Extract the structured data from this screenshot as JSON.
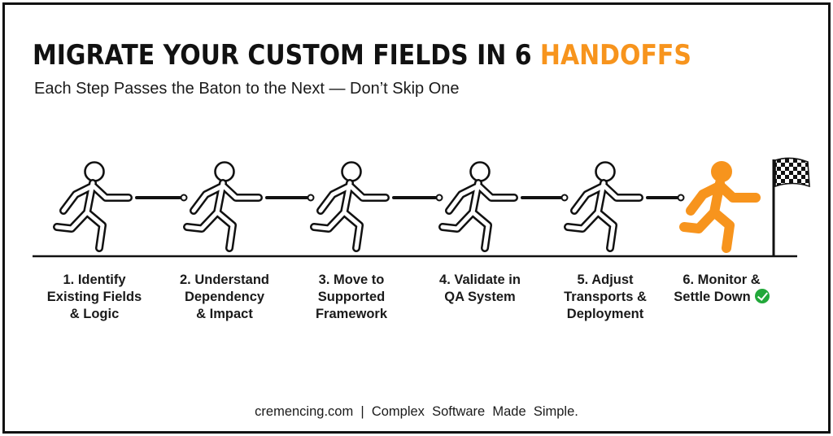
{
  "header": {
    "title_main": "MIGRATE YOUR CUSTOM FIELDS IN 6 ",
    "title_accent": "HANDOFFS",
    "subtitle": "Each Step Passes the Baton to the Next — Don’t Skip One"
  },
  "colors": {
    "accent": "#f7941d",
    "ink": "#111111",
    "check": "#22a83a"
  },
  "steps": [
    {
      "lines": [
        "1. Identify",
        "Existing Fields",
        "& Logic"
      ],
      "highlight": false
    },
    {
      "lines": [
        "2. Understand",
        "Dependency",
        "& Impact"
      ],
      "highlight": false
    },
    {
      "lines": [
        "3. Move to",
        "Supported",
        "Framework"
      ],
      "highlight": false
    },
    {
      "lines": [
        "4. Validate in",
        "QA System"
      ],
      "highlight": false
    },
    {
      "lines": [
        "5. Adjust",
        "Transports &",
        "Deployment"
      ],
      "highlight": false
    },
    {
      "lines": [
        "6. Monitor &",
        "Settle Down"
      ],
      "highlight": true,
      "completed": true
    }
  ],
  "icons": {
    "runner": "running-person-icon",
    "baton": "baton-icon",
    "flag": "checkered-flag-icon",
    "check": "check-circle-icon"
  },
  "footer": {
    "text": "cremencing.com  |  Complex  Software  Made  Simple."
  }
}
